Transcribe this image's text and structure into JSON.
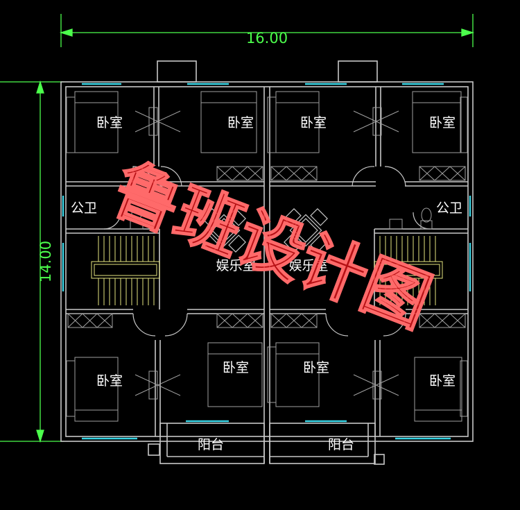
{
  "dimensions": {
    "width": "16.00",
    "height": "14.00"
  },
  "rooms": {
    "bedroom": "卧室",
    "toilet": "公卫",
    "entertainment": "娱乐室",
    "balcony": "阳台"
  },
  "watermark": "鲁班设计图",
  "colors": {
    "background": "#000000",
    "wall": "#c8c8c8",
    "furniture": "#a0a0a0",
    "stairs": "#e6e680",
    "window": "#3ad6e6",
    "dimension": "#4cff4c",
    "watermark": "#e8141a"
  }
}
